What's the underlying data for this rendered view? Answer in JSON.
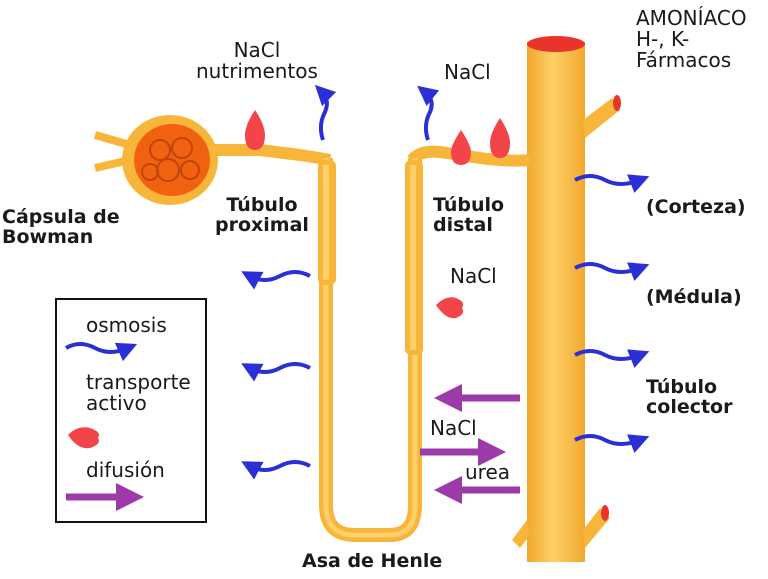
{
  "labels": {
    "capsula": "Cápsula de\nBowman",
    "tubulo_proximal": "Túbulo\nproximal",
    "tubulo_distal": "Túbulo\ndistal",
    "asa_henle": "Asa de Henle",
    "corteza": "(Corteza)",
    "medula": "(Médula)",
    "tubulo_colector": "Túbulo\ncolector",
    "nacl_nutrimentos": "NaCl\nnutrimentos",
    "nacl_top": "NaCl",
    "nacl_distal": "NaCl",
    "nacl_bottom": "NaCl",
    "urea": "urea",
    "amoniaco": "AMONÍACO\nH-, K-\nFármacos"
  },
  "legend": {
    "osmosis": "osmosis",
    "transporte_activo": "transporte\nactivo",
    "difusion": "difusión"
  },
  "colors": {
    "tubule": "#f7b63a",
    "tubule_light": "#fdd06a",
    "capsule": "#f0620f",
    "osmosis_arrow": "#2b2fd6",
    "active_transport": "#f2454a",
    "diffusion_arrow": "#9b3aa8"
  }
}
